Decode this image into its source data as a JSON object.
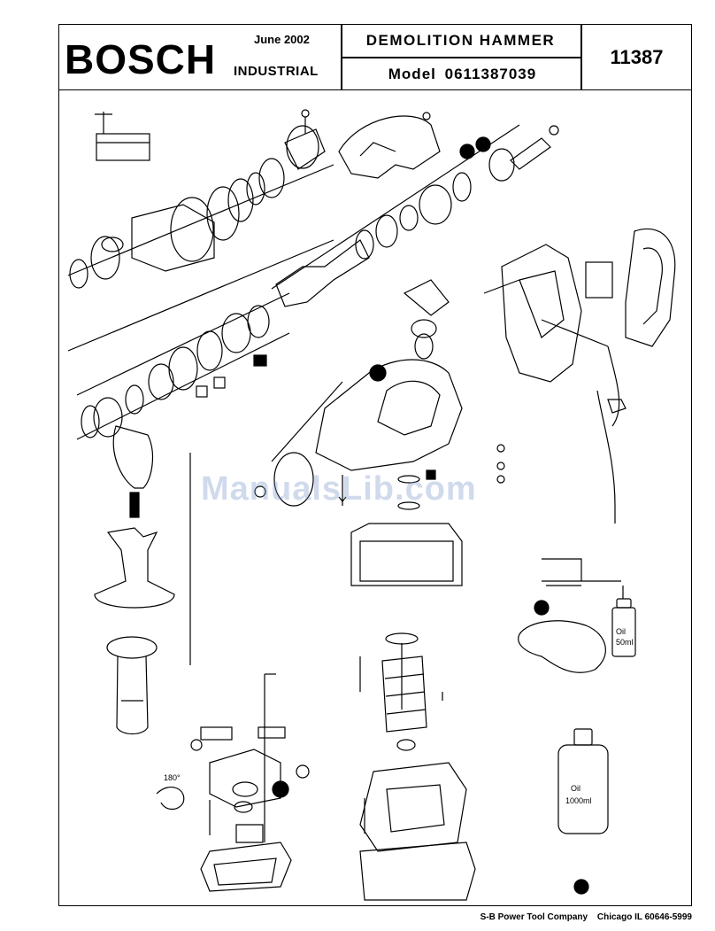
{
  "header": {
    "brand": "BOSCH",
    "date": "June 2002",
    "division": "INDUSTRIAL",
    "title": "DEMOLITION  HAMMER",
    "model_label": "Model",
    "model_number": "0611387039",
    "part_number": "11387"
  },
  "drawing": {
    "oil_small_label": "Oil",
    "oil_small_volume": "50ml",
    "oil_large_label": "Oil",
    "oil_large_volume": "1000ml",
    "angle_label": "180°"
  },
  "watermark": "ManualsLib.com",
  "footer": {
    "company": "S-B Power Tool Company",
    "address": "Chicago IL 60646-5999"
  }
}
